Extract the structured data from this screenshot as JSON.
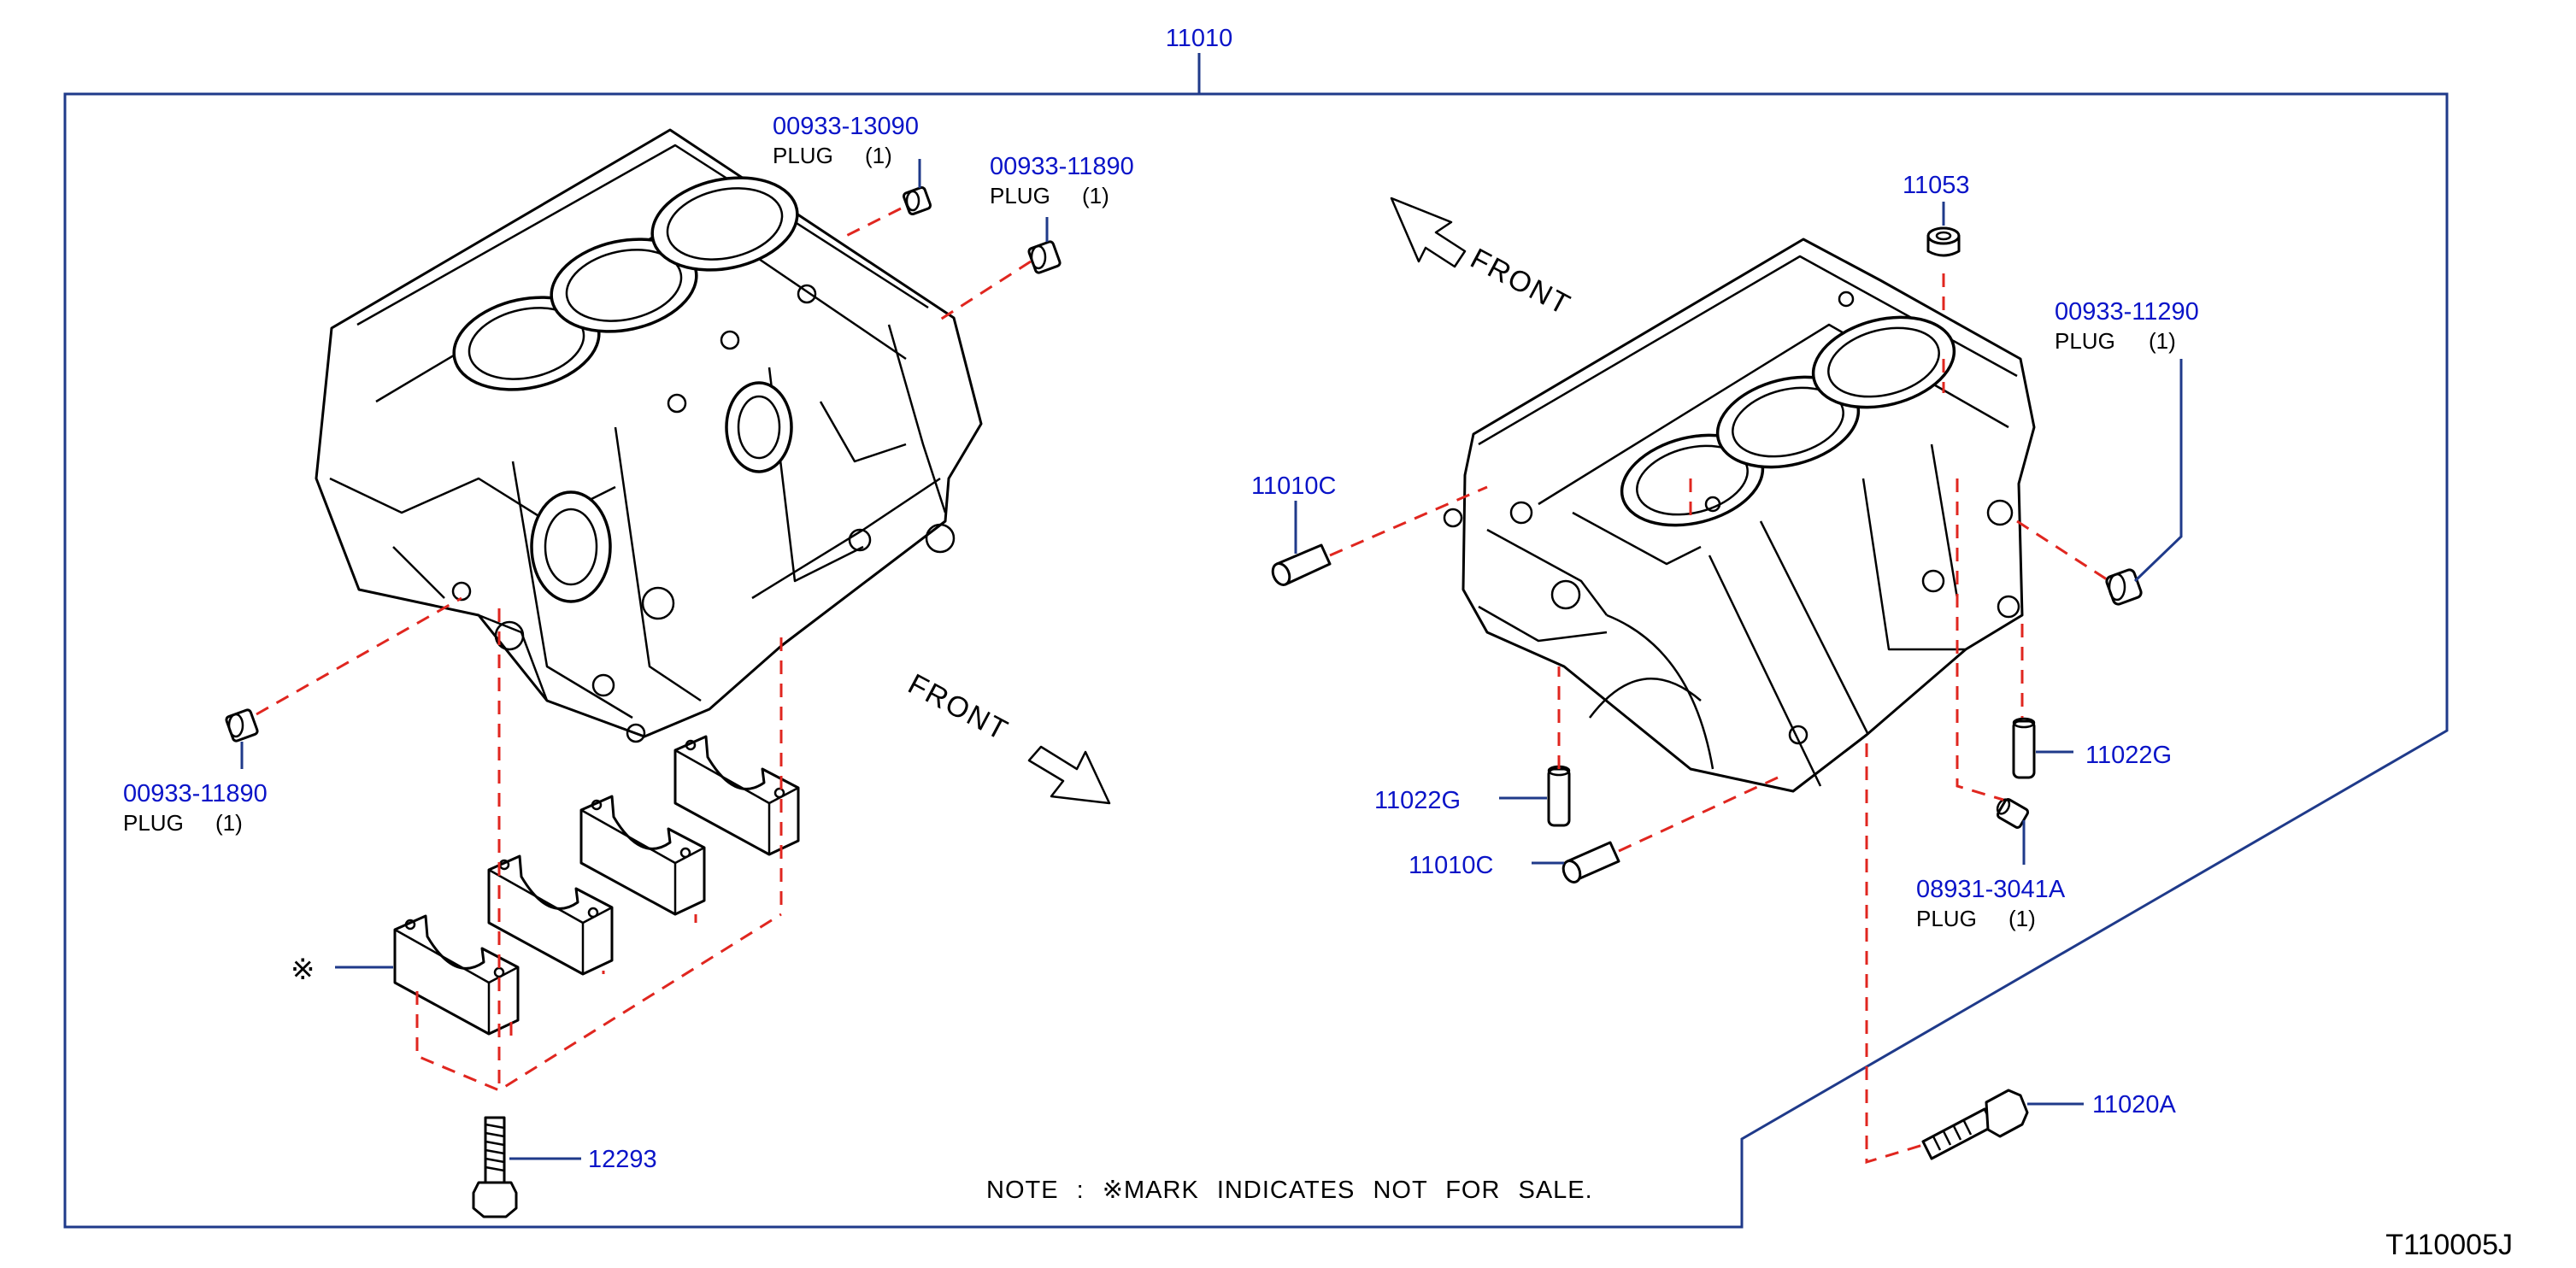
{
  "colors": {
    "callout": "#0a14c8",
    "leader": "#1f3a8a",
    "dashed": "#e0261f",
    "line": "#000000"
  },
  "assembly": {
    "part_no": "11010"
  },
  "labels": {
    "plug_13090": {
      "part_no": "00933-13090",
      "desc": "PLUG",
      "qty": "(1)"
    },
    "plug_11890_top": {
      "part_no": "00933-11890",
      "desc": "PLUG",
      "qty": "(1)"
    },
    "plug_11890_left": {
      "part_no": "00933-11890",
      "desc": "PLUG",
      "qty": "(1)"
    },
    "plug_11290": {
      "part_no": "00933-11290",
      "desc": "PLUG",
      "qty": "(1)"
    },
    "plug_3041a": {
      "part_no": "08931-3041A",
      "desc": "PLUG",
      "qty": "(1)"
    },
    "p_11053": {
      "part_no": "11053"
    },
    "p_11010c_upper": {
      "part_no": "11010C"
    },
    "p_11010c_lower": {
      "part_no": "11010C"
    },
    "p_11022g_left": {
      "part_no": "11022G"
    },
    "p_11022g_right": {
      "part_no": "11022G"
    },
    "p_11020a": {
      "part_no": "11020A"
    },
    "p_12293": {
      "part_no": "12293"
    },
    "not_for_sale_mark": "※"
  },
  "front_labels": [
    "FRONT",
    "FRONT"
  ],
  "note": "NOTE : ※MARK  INDICATES  NOT  FOR  SALE.",
  "diagram_id": "T110005J"
}
